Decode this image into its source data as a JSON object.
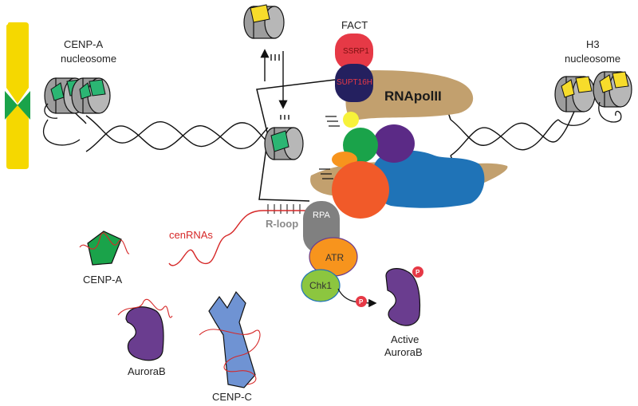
{
  "labels": {
    "cenpa_nucleosome_line1": "CENP-A",
    "cenpa_nucleosome_line2": "nucleosome",
    "fact": "FACT",
    "ssrp1": "SSRP1",
    "supt16h": "SUPT16H",
    "rnapolii": "RNApolII",
    "h3_line1": "H3",
    "h3_line2": "nucleosome",
    "rloop": "R-loop",
    "rpa": "RPA",
    "atr": "ATR",
    "chk1": "Chk1",
    "p": "P",
    "cenrnas": "cenRNAs",
    "cenpa": "CENP-A",
    "aurorab": "AuroraB",
    "active_aurorab_line1": "Active",
    "active_aurorab_line2": "AuroraB",
    "cenpc": "CENP-C"
  },
  "colors": {
    "chromosome": "#f5d800",
    "centromere": "#1aa34a",
    "cenpa_green": "#2bb673",
    "h3_yellow": "#f7dc2b",
    "histone_grey": "#9d9d9d",
    "ssrp1": "#e63946",
    "supt16h": "#24205f",
    "rnapolii": "#c2a06e",
    "blue_subunit": "#1f73b7",
    "purple_subunit": "#5b2a86",
    "orange_subunit": "#f15a29",
    "rpa": "#808080",
    "atr": "#f7941d",
    "chk1": "#8cc63f",
    "aurorab": "#6a3d8f",
    "cenpc": "#6f93d3",
    "rna": "#d62828"
  }
}
